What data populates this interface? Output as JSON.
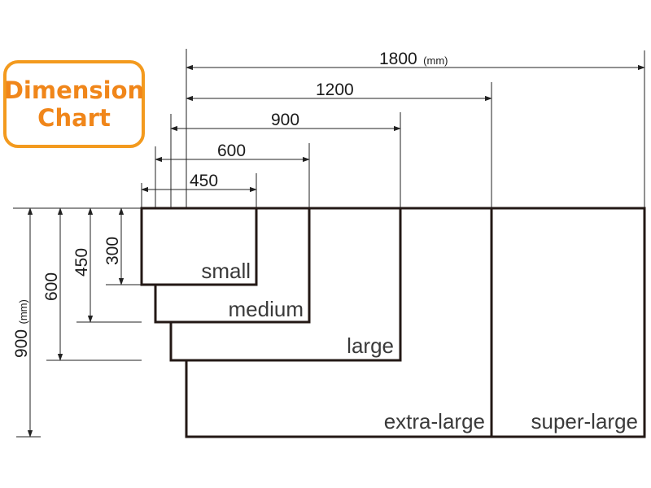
{
  "badge": {
    "line1": "Dimension",
    "line2": "Chart"
  },
  "unit": "(mm)",
  "sizes": [
    {
      "name": "small",
      "width": 450,
      "height": 300
    },
    {
      "name": "medium",
      "width": 600,
      "height": 450
    },
    {
      "name": "large",
      "width": 900,
      "height": 600
    },
    {
      "name": "extra-large",
      "width": 1200,
      "height": 900
    },
    {
      "name": "super-large",
      "width": 1800,
      "height": 900
    }
  ],
  "width_labels": [
    "450",
    "600",
    "900",
    "1200",
    "1800"
  ],
  "height_labels": [
    "300",
    "450",
    "600",
    "900"
  ],
  "colors": {
    "accent": "#f39a1e",
    "line": "#222222",
    "box": "#231815"
  }
}
